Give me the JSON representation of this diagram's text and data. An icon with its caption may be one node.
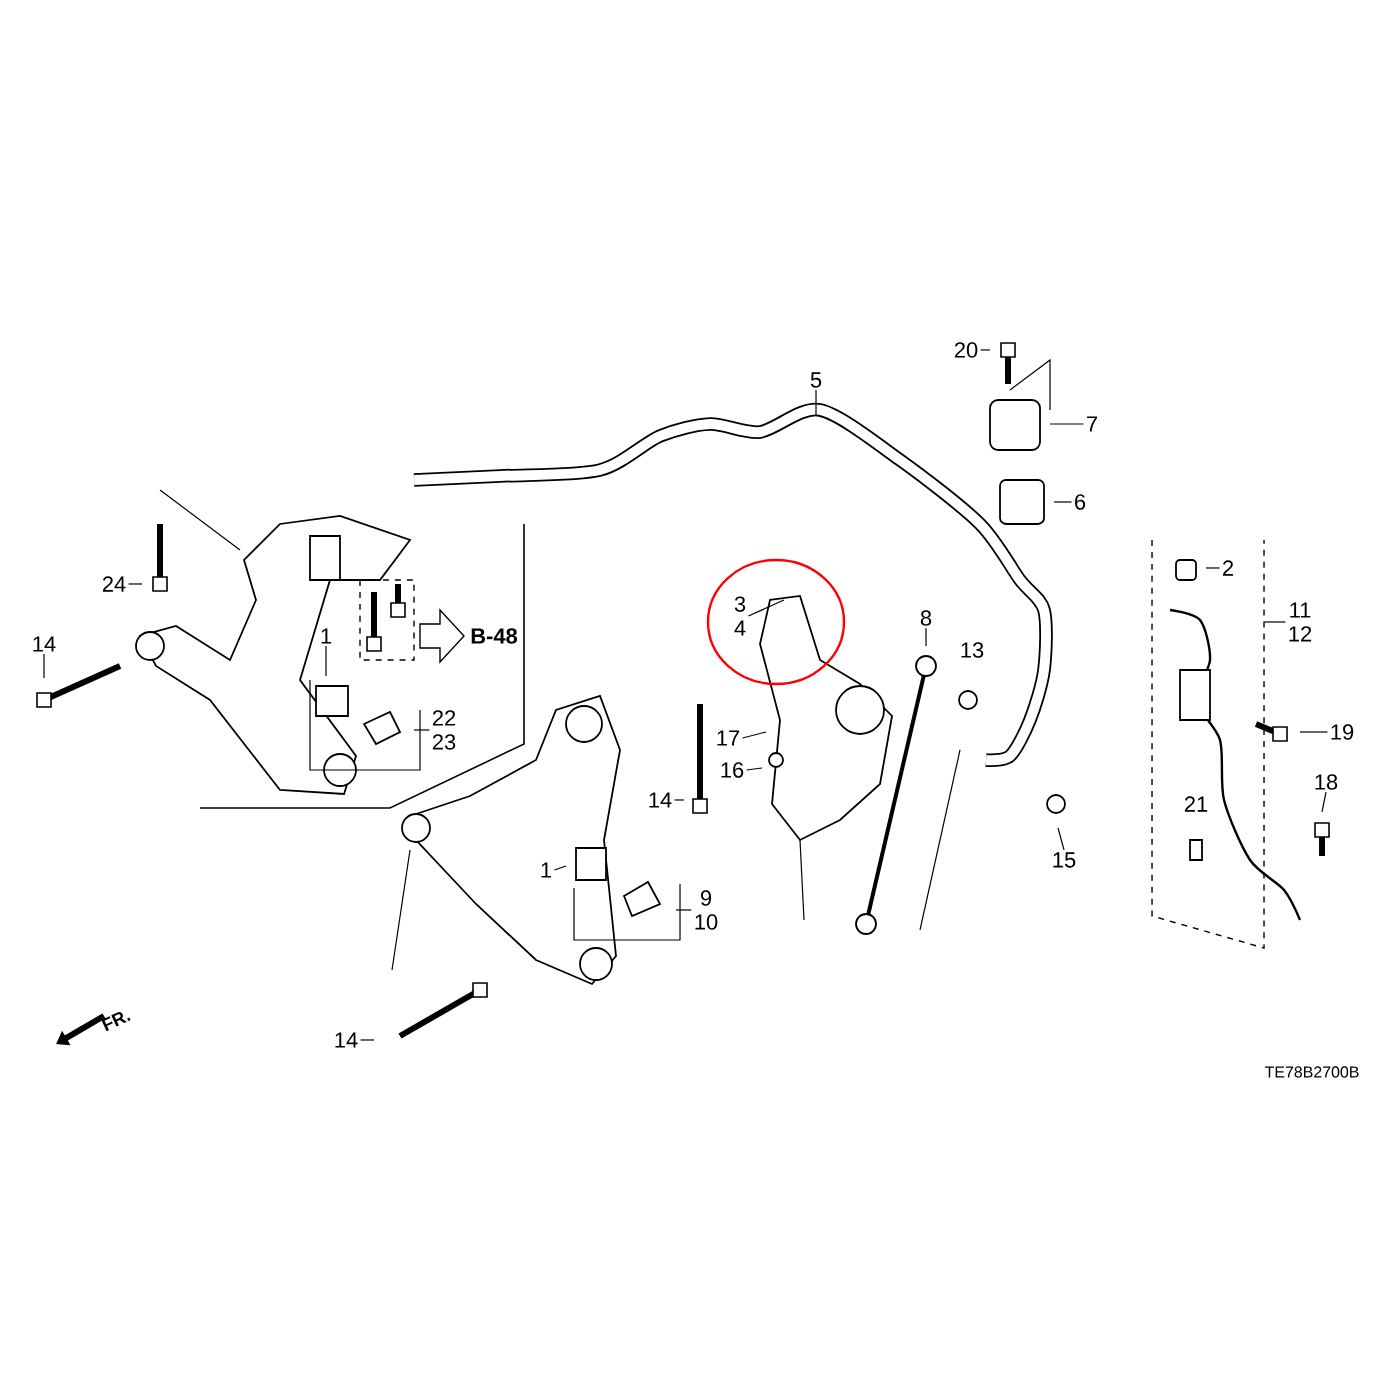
{
  "diagram": {
    "nodes": [
      {
        "text": [
          "24"
        ]
      },
      {
        "text": [
          "14"
        ]
      },
      {
        "text": [
          "1"
        ]
      },
      {
        "text": [
          "22",
          "23"
        ]
      },
      {
        "text": [
          "14"
        ]
      },
      {
        "text": [
          "1"
        ]
      },
      {
        "text": [
          "9",
          "10"
        ]
      },
      {
        "text": [
          "14"
        ]
      },
      {
        "text": [
          "5"
        ]
      },
      {
        "text": [
          "20"
        ]
      },
      {
        "text": [
          "7"
        ]
      },
      {
        "text": [
          "6"
        ]
      },
      {
        "text": [
          "3",
          "4"
        ]
      },
      {
        "text": [
          "17"
        ]
      },
      {
        "text": [
          "16"
        ]
      },
      {
        "text": [
          "8"
        ]
      },
      {
        "text": [
          "15"
        ]
      },
      {
        "text": [],
        "shape": "box"
      },
      {
        "text": [
          "2"
        ],
        "in": 17
      },
      {
        "text": [
          "11",
          "12"
        ]
      },
      {
        "text": [
          "19"
        ]
      },
      {
        "text": [
          "18"
        ]
      }
    ],
    "edges": [
      {
        "from": 0,
        "to": null,
        "arrow": "none"
      },
      {
        "from": 1,
        "to": null,
        "arrow": "none"
      },
      {
        "from": 2,
        "to": null,
        "arrow": "none"
      },
      {
        "from": 3,
        "to": null,
        "arrow": "none"
      },
      {
        "from": 4,
        "to": null,
        "arrow": "none"
      },
      {
        "from": 5,
        "to": null,
        "arrow": "none"
      },
      {
        "from": 6,
        "to": null,
        "arrow": "none"
      },
      {
        "from": 7,
        "to": null,
        "arrow": "none"
      },
      {
        "from": 8,
        "to": null,
        "arrow": "none"
      },
      {
        "from": 9,
        "to": null,
        "arrow": "none"
      },
      {
        "from": 10,
        "to": null,
        "arrow": "none"
      },
      {
        "from": 11,
        "to": null,
        "arrow": "none"
      },
      {
        "from": 12,
        "to": null,
        "arrow": "none"
      },
      {
        "from": 13,
        "to": null,
        "arrow": "none"
      },
      {
        "from": 14,
        "to": null,
        "arrow": "none"
      },
      {
        "from": 15,
        "to": null,
        "arrow": "none"
      },
      {
        "from": 16,
        "to": null,
        "arrow": "none"
      },
      {
        "from": 18,
        "to": null,
        "arrow": "none"
      },
      {
        "from": 19,
        "to": 17,
        "arrow": "none"
      },
      {
        "from": 20,
        "to": null,
        "arrow": "none"
      },
      {
        "from": 21,
        "to": null,
        "arrow": "none"
      }
    ],
    "labels": [
      "B-48",
      "13",
      "21",
      "FR.",
      "TE78B2700B"
    ]
  }
}
